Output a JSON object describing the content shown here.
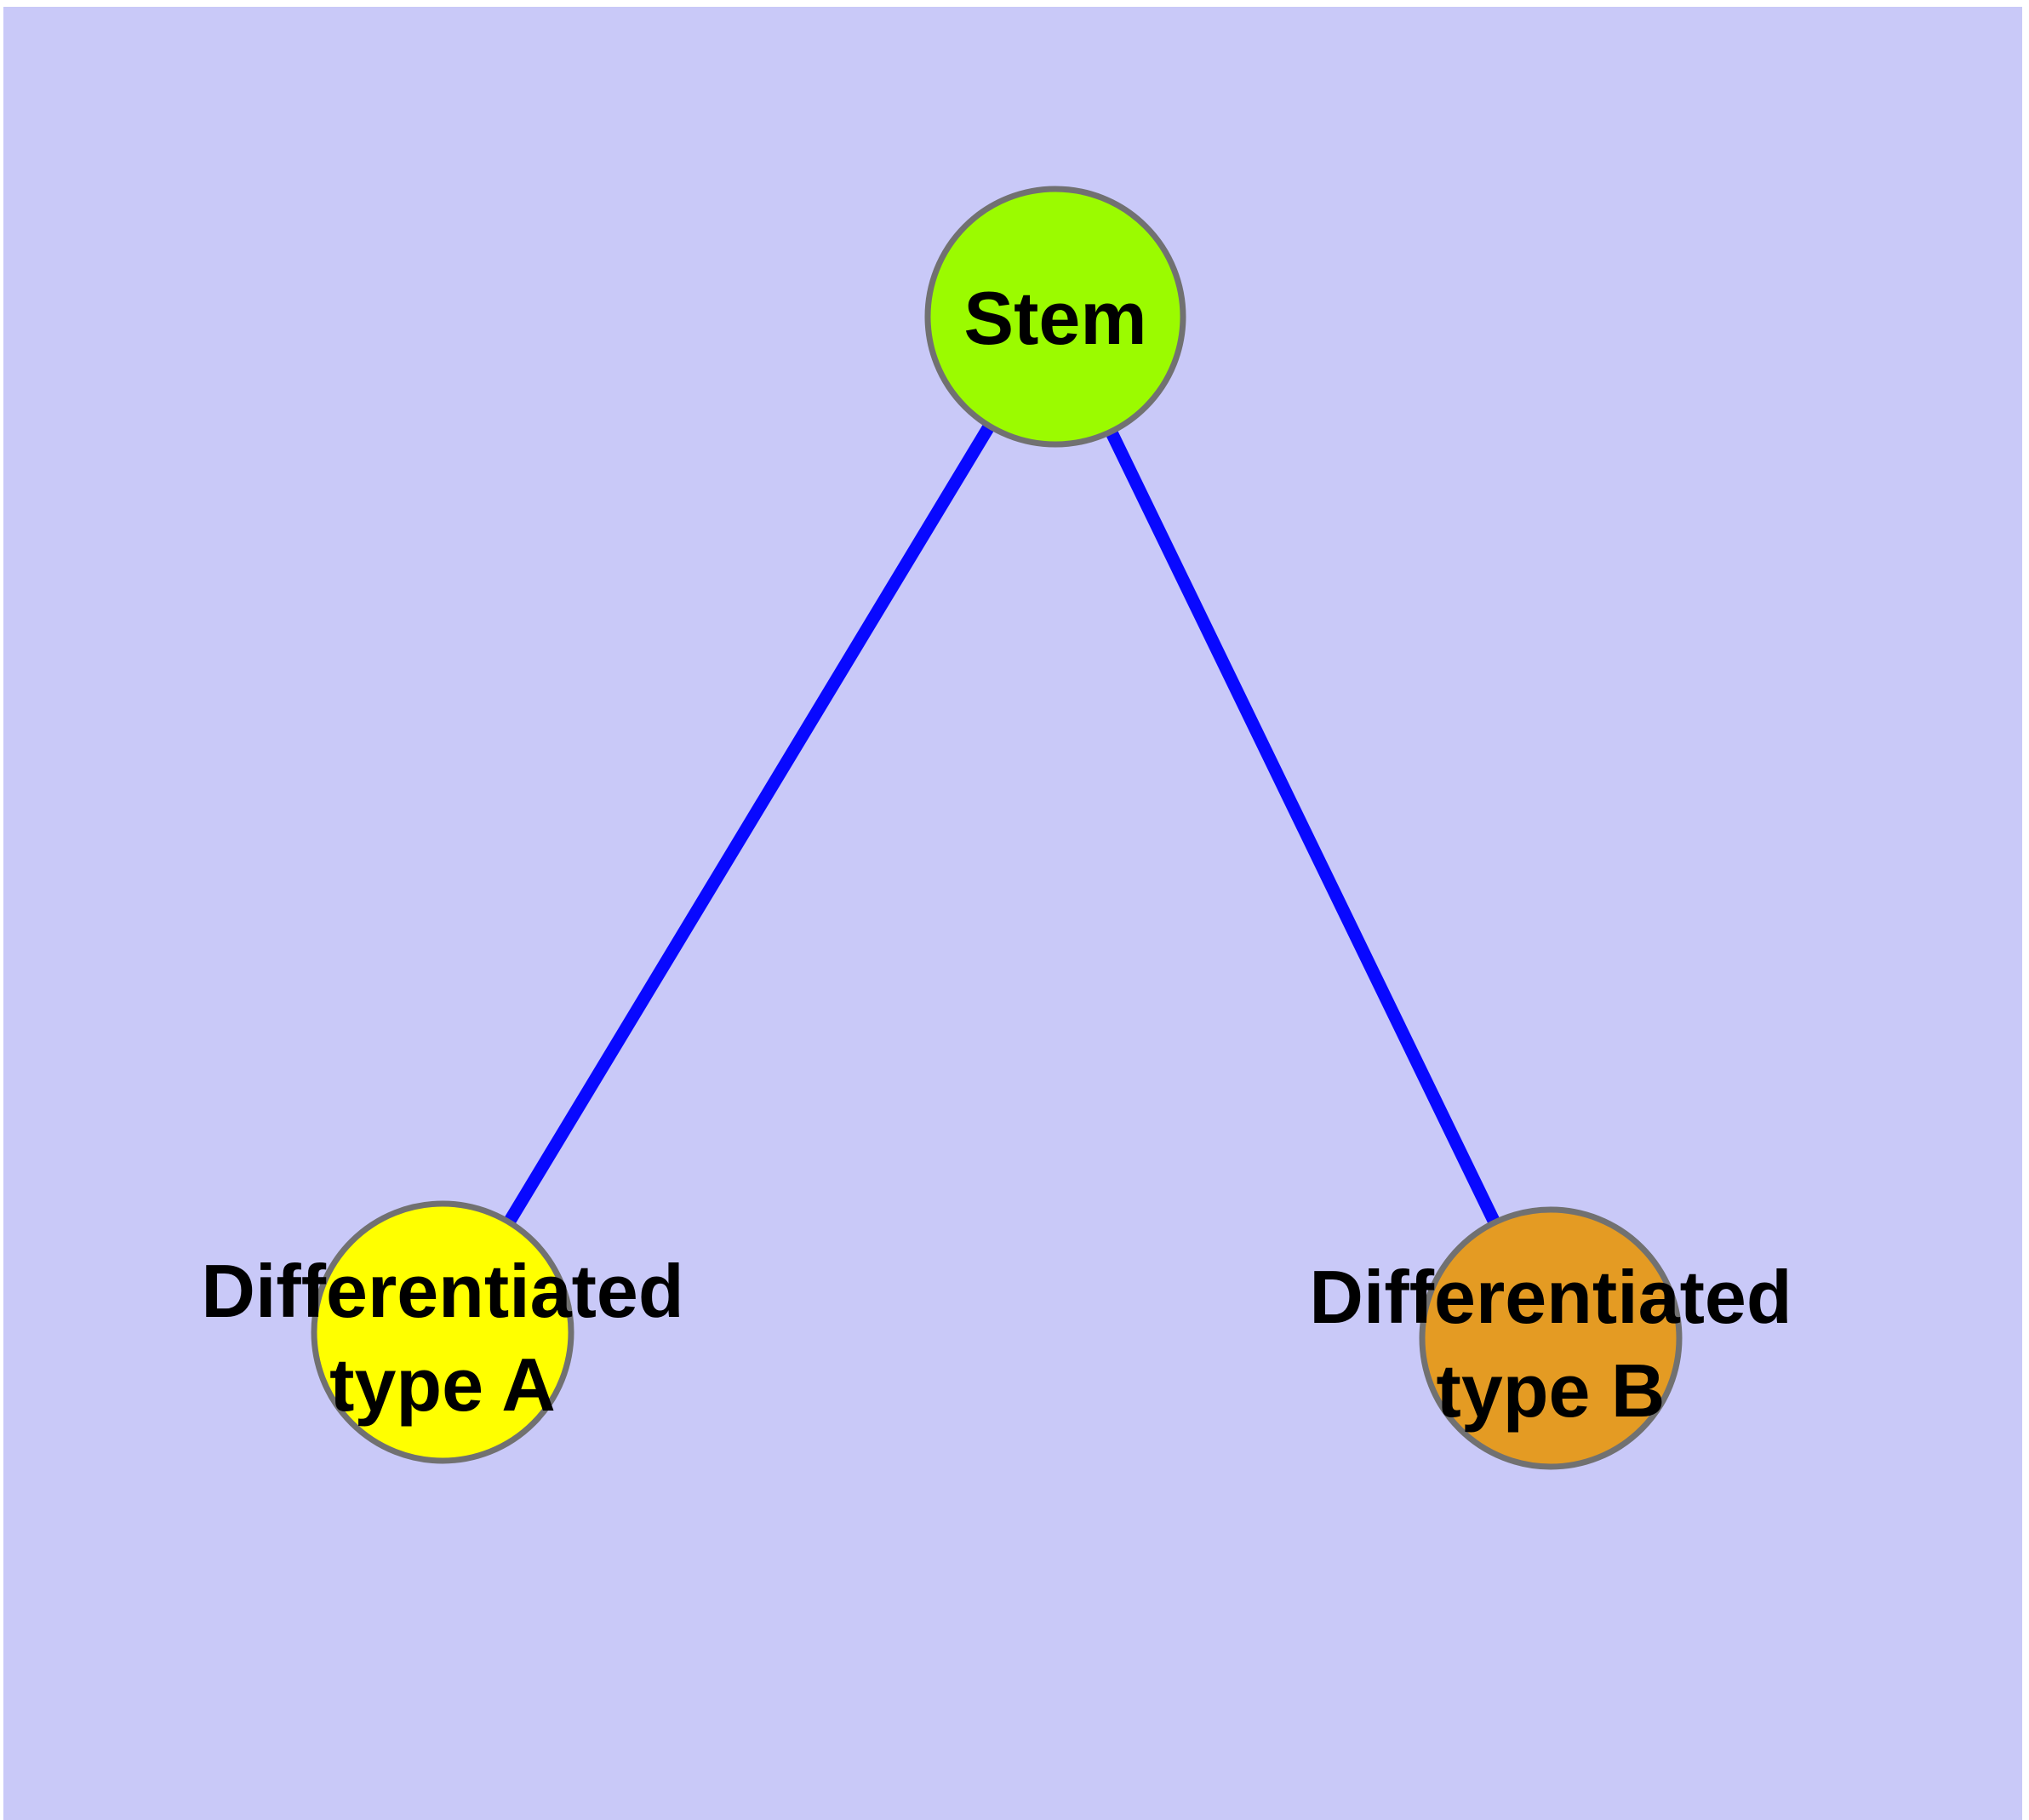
{
  "diagram": {
    "type": "node-link-graph",
    "margin_color": "#FFFFFF",
    "background_color": "#C9C9F8",
    "edge_color": "#0808FF",
    "node_border_color": "#717171",
    "label_color": "#000000",
    "nodes": {
      "stem": {
        "label": "Stem",
        "fill": "#9BFB00"
      },
      "diff_a": {
        "label_line1": "Differentiated",
        "label_line2": "type A",
        "fill": "#FFFF00"
      },
      "diff_b": {
        "label_line1": "Differentiated",
        "label_line2": "type B",
        "fill": "#E49B23"
      }
    },
    "edges": [
      {
        "from": "Stem",
        "to": "Differentiated type A"
      },
      {
        "from": "Stem",
        "to": "Differentiated type B"
      }
    ]
  }
}
